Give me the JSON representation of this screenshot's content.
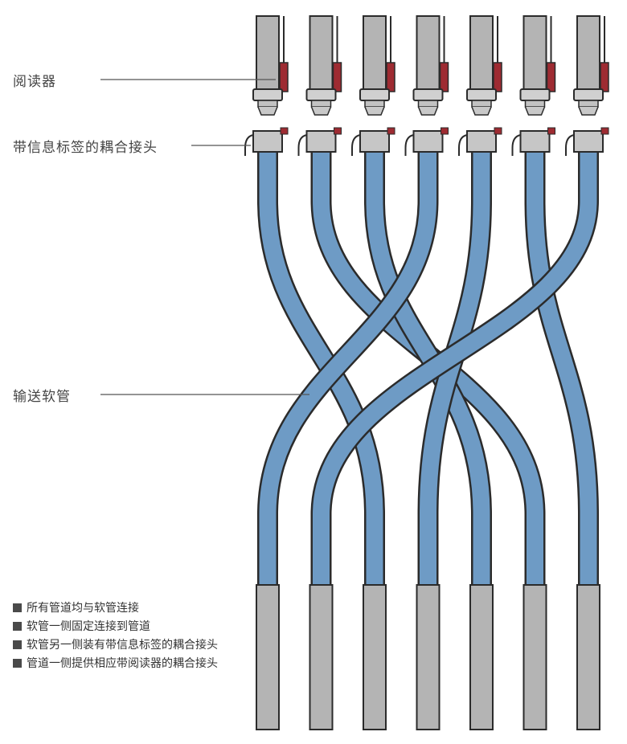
{
  "labels": {
    "reader": "阅读器",
    "coupling": "带信息标签的耦合接头",
    "hose": "输送软管"
  },
  "legend": [
    "所有管道均与软管连接",
    "软管一侧固定连接到管道",
    "软管另一侧装有带信息标签的耦合接头",
    "管道一侧提供相应带阅读器的耦合接头"
  ],
  "colors": {
    "pipe": "#b4b4b4",
    "hose": "#6e9bc5",
    "reader_tag": "#9e2b32",
    "outline": "#2b2b2b",
    "leader_line": "#555555"
  },
  "stations": 7,
  "hose_routing": [
    {
      "top_station": 1,
      "bottom_station": 3
    },
    {
      "top_station": 2,
      "bottom_station": 6
    },
    {
      "top_station": 3,
      "bottom_station": 5
    },
    {
      "top_station": 4,
      "bottom_station": 1
    },
    {
      "top_station": 5,
      "bottom_station": 4
    },
    {
      "top_station": 6,
      "bottom_station": 7
    },
    {
      "top_station": 7,
      "bottom_station": 2
    }
  ]
}
